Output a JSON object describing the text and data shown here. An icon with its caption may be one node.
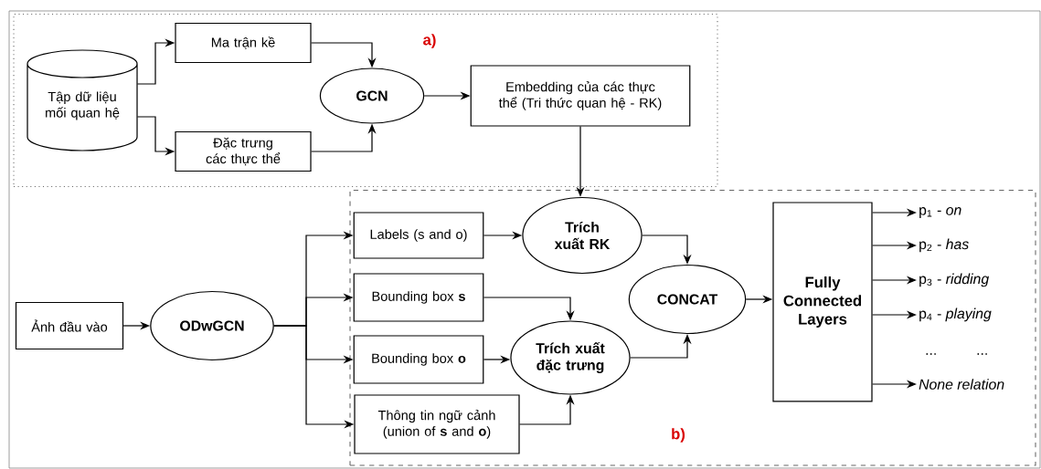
{
  "diagram": {
    "nodes": [
      {
        "text": [
          "a)"
        ]
      },
      {
        "text": [
          "Tập dữ liệu mối quan hệ"
        ],
        "in": 0
      },
      {
        "text": [
          "Ma trận kề"
        ],
        "in": 0
      },
      {
        "text": [
          "Đặc trưng các thực thể"
        ],
        "in": 0
      },
      {
        "text": [
          "GCN"
        ],
        "in": 0
      },
      {
        "text": [
          "Embedding của các thực thể (Tri thức quan hệ - RK)"
        ],
        "in": 0
      },
      {
        "text": [
          "Ảnh đầu vào"
        ]
      },
      {
        "text": [
          "ODwGCN"
        ]
      },
      {
        "text": [
          "b)"
        ]
      },
      {
        "text": [
          "Labels (s and o)"
        ],
        "in": 8
      },
      {
        "text": [
          "Bounding box **s**"
        ],
        "in": 8
      },
      {
        "text": [
          "Bounding box **o**"
        ],
        "in": 8
      },
      {
        "text": [
          "Thông tin ngữ cảnh (union of **s** and **o**)"
        ],
        "in": 8
      },
      {
        "text": [
          "Trích xuất RK"
        ],
        "in": 8
      },
      {
        "text": [
          "Trích xuất đặc trưng"
        ],
        "in": 8
      },
      {
        "text": [
          "CONCAT"
        ],
        "in": 8
      },
      {
        "text": [
          "Fully Connected Layers"
        ],
        "in": 8
      },
      {
        "text": [
          "p$_{1}$ - *on*"
        ],
        "in": 8
      },
      {
        "text": [
          "p$_{2}$ - *has*"
        ],
        "in": 8
      },
      {
        "text": [
          "p$_{3}$ - *ridding*"
        ],
        "in": 8
      },
      {
        "text": [
          "p$_{4}$ - *playing*"
        ],
        "in": 8
      },
      {
        "text": [
          "None relation"
        ],
        "in": 8
      }
    ],
    "edges": [
      {
        "from": 1,
        "to": 2,
        "arrow": "to"
      },
      {
        "from": 1,
        "to": 3,
        "arrow": "to"
      },
      {
        "from": 2,
        "to": 4,
        "arrow": "to"
      },
      {
        "from": 3,
        "to": 4,
        "arrow": "to"
      },
      {
        "from": 4,
        "to": 5,
        "arrow": "to"
      },
      {
        "from": 5,
        "to": 13,
        "arrow": "to"
      },
      {
        "from": 6,
        "to": 7,
        "arrow": "to"
      },
      {
        "from": 7,
        "to": 9,
        "arrow": "to"
      },
      {
        "from": 7,
        "to": 10,
        "arrow": "to"
      },
      {
        "from": 7,
        "to": 11,
        "arrow": "to"
      },
      {
        "from": 7,
        "to": 12,
        "arrow": "to"
      },
      {
        "from": 9,
        "to": 13,
        "arrow": "to"
      },
      {
        "from": 10,
        "to": 14,
        "arrow": "to"
      },
      {
        "from": 11,
        "to": 14,
        "arrow": "to"
      },
      {
        "from": 12,
        "to": 14,
        "arrow": "to"
      },
      {
        "from": 13,
        "to": 15,
        "arrow": "to"
      },
      {
        "from": 14,
        "to": 15,
        "arrow": "to"
      },
      {
        "from": 15,
        "to": 16,
        "arrow": "to"
      },
      {
        "from": 16,
        "to": 17,
        "arrow": "to"
      },
      {
        "from": 16,
        "to": 18,
        "arrow": "to"
      },
      {
        "from": 16,
        "to": 19,
        "arrow": "to"
      },
      {
        "from": 16,
        "to": 20,
        "arrow": "to"
      },
      {
        "from": 16,
        "to": 21,
        "arrow": "to"
      }
    ],
    "labels": [
      "...",
      "..."
    ]
  }
}
